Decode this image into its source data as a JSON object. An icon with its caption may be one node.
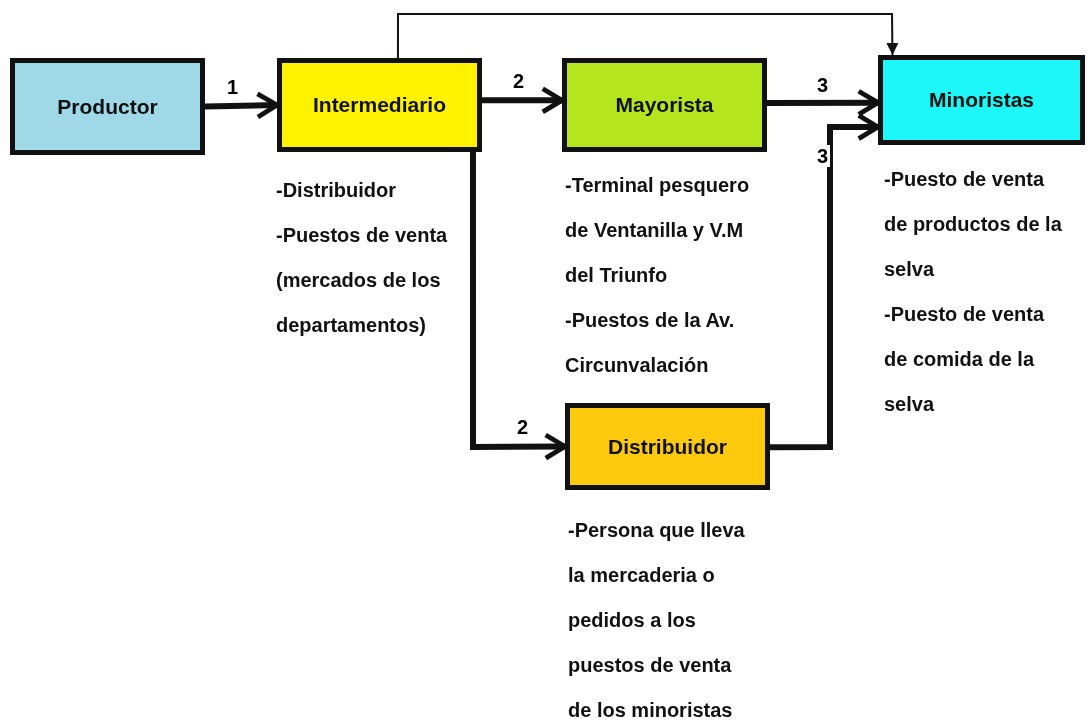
{
  "diagram": {
    "nodes": [
      {
        "text": [
          "Productor"
        ]
      },
      {
        "text": [
          "Intermediario"
        ],
        "beside": [
          "-Distribuidor",
          "-Puestos de venta (mercados de los departamentos)"
        ]
      },
      {
        "text": [
          "Mayorista"
        ],
        "beside": [
          "-Terminal pesquero de Ventanilla y V.M del Triunfo",
          "-Puestos de la Av. Circunvalación"
        ]
      },
      {
        "text": [
          "Minoristas"
        ],
        "beside": [
          "-Puesto de venta de productos de la selva",
          "-Puesto de venta de comida de la selva"
        ]
      },
      {
        "text": [
          "Distribuidor"
        ],
        "beside": [
          "-Persona que lleva la mercaderia o pedidos a los puestos de venta de los minoristas"
        ]
      }
    ],
    "edges": [
      {
        "from": 0,
        "to": 1,
        "arrow": "to",
        "label": "1"
      },
      {
        "from": 1,
        "to": 2,
        "arrow": "to",
        "label": "2"
      },
      {
        "from": 1,
        "to": 4,
        "arrow": "to",
        "label": "2"
      },
      {
        "from": 2,
        "to": 3,
        "arrow": "to",
        "label": "3"
      },
      {
        "from": 4,
        "to": 3,
        "arrow": "to",
        "label": "3"
      },
      {
        "from": 1,
        "to": 3,
        "arrow": "to"
      }
    ]
  }
}
